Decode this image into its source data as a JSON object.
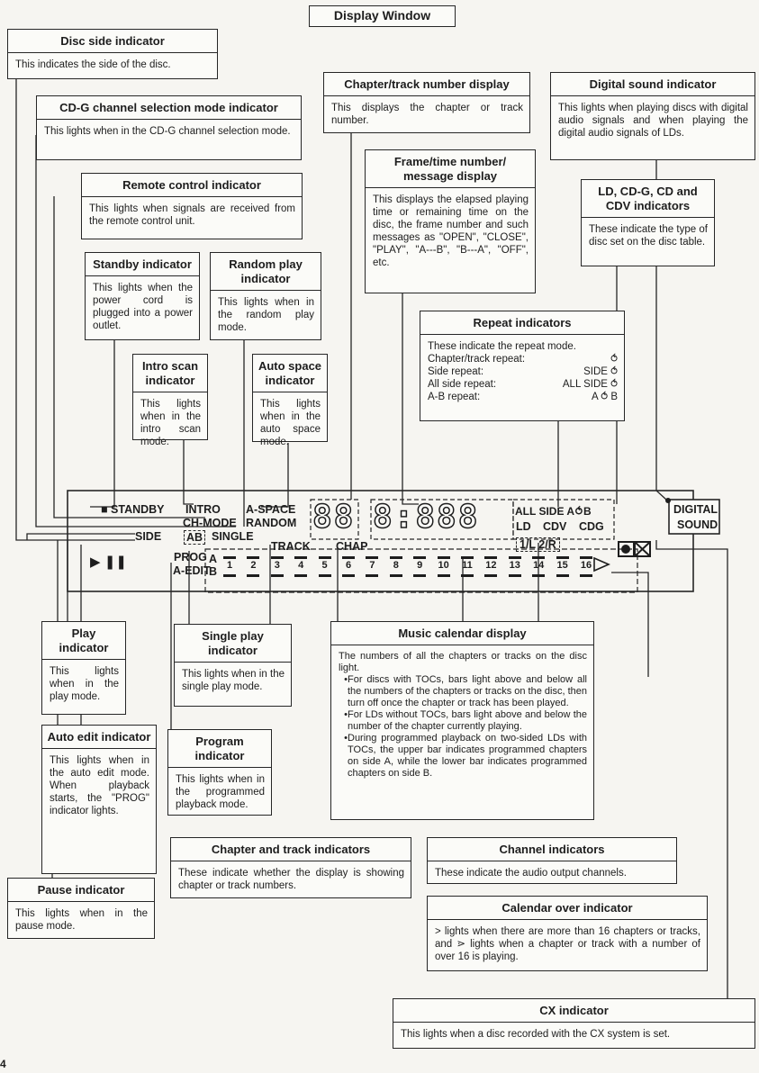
{
  "title": "Display Window",
  "page_number": "4",
  "boxes": {
    "disc_side": {
      "title": "Disc side indicator",
      "body": "This indicates the side of the disc."
    },
    "cdg_channel": {
      "title": "CD-G channel selection mode indicator",
      "body": "This lights when in the CD-G channel selection mode."
    },
    "remote": {
      "title": "Remote control indicator",
      "body": "This lights when signals are received from the remote control unit."
    },
    "standby": {
      "title": "Standby indicator",
      "body": "This lights when the power cord is plugged into a power outlet."
    },
    "random": {
      "title": "Random play indicator",
      "body": "This lights when in the random play mode."
    },
    "intro": {
      "title": "Intro scan indicator",
      "body": "This lights when in the intro scan mode."
    },
    "auto_space": {
      "title": "Auto space indicator",
      "body": "This lights when in the auto space mode."
    },
    "chapter_track_number": {
      "title": "Chapter/track number display",
      "body": "This displays the chapter or track number."
    },
    "frame_time": {
      "title": "Frame/time number/ message display",
      "body": "This displays the elapsed playing time or remaining time on the disc, the frame number and such messages as \"OPEN\", \"CLOSE\", \"PLAY\", \"A---B\", \"B---A\", \"OFF\", etc."
    },
    "digital_sound": {
      "title": "Digital sound indicator",
      "body": "This lights when playing discs with digital audio signals and when playing the digital audio signals of LDs."
    },
    "ld_cdg": {
      "title": "LD, CD-G, CD and CDV indicators",
      "body": "These indicate the type of disc set on the disc table."
    },
    "repeat": {
      "title": "Repeat indicators",
      "intro": "These indicate the repeat mode.",
      "rows": [
        {
          "label": "Chapter/track repeat:",
          "symbol": "⥀"
        },
        {
          "label": "Side repeat:",
          "symbol": "SIDE ⥀"
        },
        {
          "label": "All side repeat:",
          "symbol": "ALL SIDE ⥀"
        },
        {
          "label": "A-B repeat:",
          "symbol": "A ⥀ B"
        }
      ]
    },
    "play": {
      "title": "Play indicator",
      "body": "This lights when in the play mode."
    },
    "single": {
      "title": "Single play indicator",
      "body": "This lights when in the single play mode."
    },
    "auto_edit": {
      "title": "Auto edit indicator",
      "body": "This lights when in the auto edit mode. When playback starts, the \"PROG\" indicator lights."
    },
    "program": {
      "title": "Program indicator",
      "body": "This lights when in the programmed playback mode."
    },
    "music_calendar": {
      "title": "Music calendar display",
      "intro": "The numbers of all the chapters or tracks on the disc light.",
      "bullets": [
        "For discs with TOCs, bars light above and below all the numbers of the chapters or tracks on the disc, then turn off once the chapter or track has been played.",
        "For LDs without TOCs, bars light above and below the number of the chapter currently playing.",
        "During programmed playback on two-sided LDs with TOCs, the upper bar indicates programmed chapters on side A, while the lower bar indicates programmed chapters on side B."
      ]
    },
    "pause": {
      "title": "Pause indicator",
      "body": "This lights when in the pause mode."
    },
    "chapter_track_ind": {
      "title": "Chapter and track indicators",
      "body": "These indicate whether the display is showing chapter or track numbers."
    },
    "channel": {
      "title": "Channel indicators",
      "body": "These indicate the audio output channels."
    },
    "calendar_over": {
      "title": "Calendar over indicator",
      "body": "> lights when there are more than 16 chapters or tracks, and ⋗ lights when a chapter or track with a number of over 16 is playing."
    },
    "cx": {
      "title": "CX indicator",
      "body": "This lights when a disc recorded with the CX system is set."
    }
  },
  "panel": {
    "standby": "■ STANDBY",
    "intro": "INTRO",
    "ch_mode": "CH-MODE",
    "a_space": "A-SPACE",
    "random": "RANDOM",
    "side": "SIDE",
    "ab": "AB",
    "single": "SINGLE",
    "prog": "PROG",
    "a_edit": "A-EDIT",
    "play_symbol": "▶ ❚❚",
    "chapter_digits": "88",
    "time_digits": "8:888",
    "all_side": "ALL SIDE A⥀B",
    "ld": "LD",
    "cdv": "CDV",
    "cdg": "CDG",
    "channel": "1/L 2/R",
    "digital": "DIGITAL",
    "sound": "SOUND",
    "track": "TRACK",
    "chap": "CHAP",
    "side_a": "A",
    "side_b": "B",
    "calendar": [
      "1",
      "2",
      "3",
      "4",
      "5",
      "6",
      "7",
      "8",
      "9",
      "10",
      "11",
      "12",
      "13",
      "14",
      "15",
      "16"
    ],
    "over": "⋗"
  }
}
